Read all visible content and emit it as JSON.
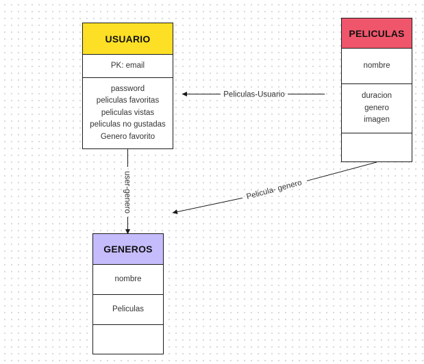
{
  "entities": {
    "usuario": {
      "title": "USUARIO",
      "pk": "PK: email",
      "fields": [
        "password",
        "peliculas favoritas",
        "peliculas vistas",
        "peliculas no gustadas",
        "Genero favorito"
      ],
      "color": "#fde025"
    },
    "peliculas": {
      "title": "PELICULAS",
      "field_1": "nombre",
      "fields": [
        "duracion",
        "genero",
        "imagen"
      ],
      "color": "#f0566b"
    },
    "generos": {
      "title": "GENEROS",
      "field_1": "nombre",
      "field_2": "Peliculas",
      "color": "#c5bcfc"
    }
  },
  "connectors": {
    "peliculas_usuario": {
      "label": "Peliculas-Usuario",
      "from": "PELICULAS",
      "to": "USUARIO"
    },
    "pelicula_genero": {
      "label": "Pelicula- genero",
      "from": "PELICULAS",
      "to": "GENEROS"
    },
    "user_genero": {
      "label": "user-genero",
      "from": "USUARIO",
      "to": "GENEROS"
    }
  }
}
